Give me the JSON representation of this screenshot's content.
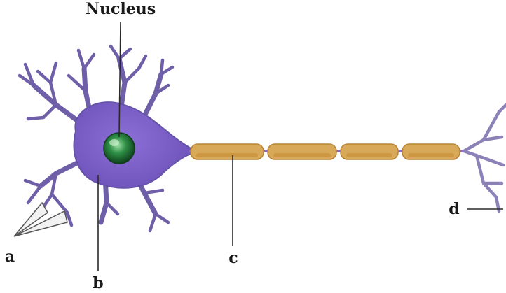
{
  "labels": {
    "nucleus": "Nucleus",
    "a": "a",
    "b": "b",
    "c": "c",
    "d": "d"
  },
  "colors": {
    "cell_body": "#7b5fc7",
    "dendrites": "#6f5fa8",
    "nucleus": "#1f7a3a",
    "myelin_sheath": "#d9a95a",
    "axon_terminals": "#8d82b8"
  }
}
